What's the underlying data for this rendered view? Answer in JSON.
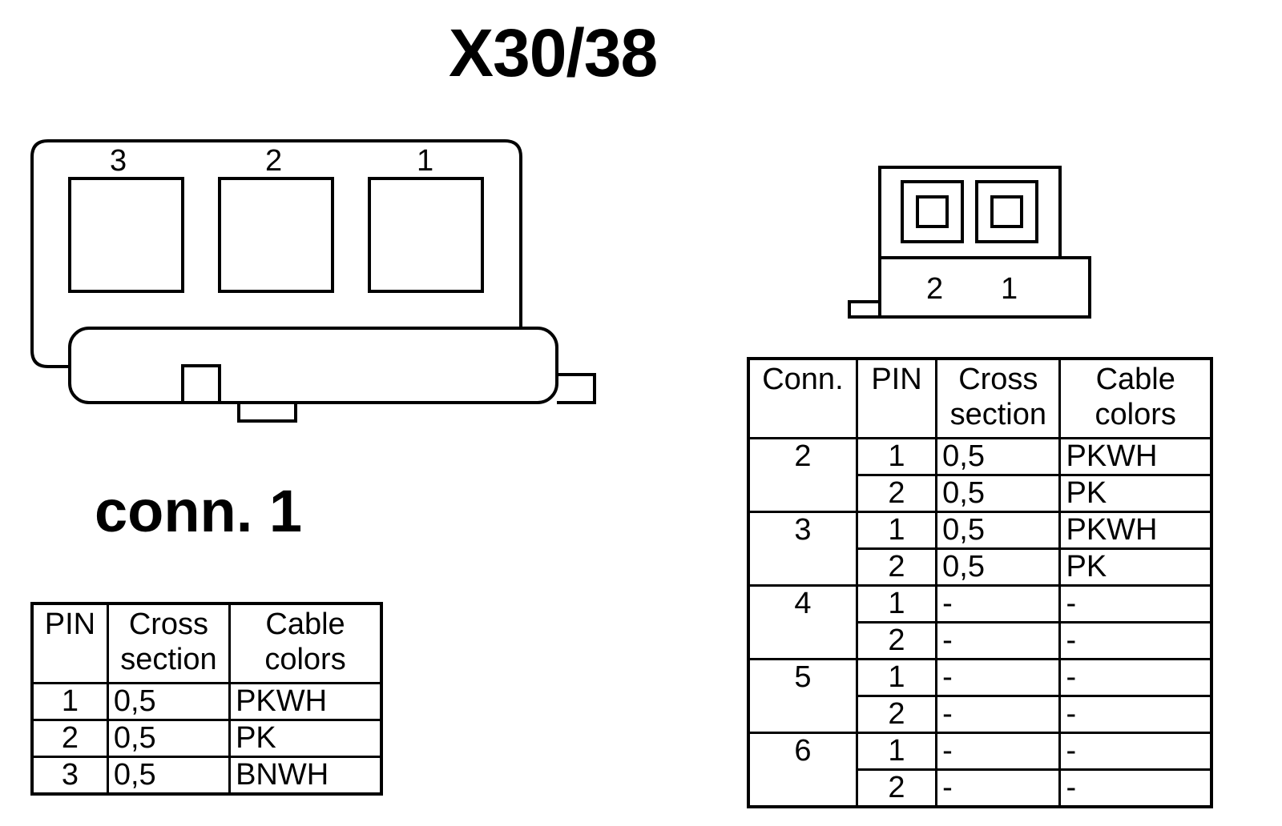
{
  "title": "X30/38",
  "conn1_label": "conn. 1",
  "large_connector_pins": [
    "3",
    "2",
    "1"
  ],
  "small_connector_pins": [
    "2",
    "1"
  ],
  "table1": {
    "headers": [
      [
        "PIN"
      ],
      [
        "Cross",
        "section"
      ],
      [
        "Cable",
        "colors"
      ]
    ],
    "rows": [
      {
        "pin": "1",
        "cross": "0,5",
        "color": "PKWH"
      },
      {
        "pin": "2",
        "cross": "0,5",
        "color": "PK"
      },
      {
        "pin": "3",
        "cross": "0,5",
        "color": "BNWH"
      }
    ]
  },
  "table2": {
    "headers": [
      [
        "Conn."
      ],
      [
        "PIN"
      ],
      [
        "Cross",
        "section"
      ],
      [
        "Cable",
        "colors"
      ]
    ],
    "groups": [
      {
        "conn": "2",
        "rows": [
          {
            "pin": "1",
            "cross": "0,5",
            "color": "PKWH"
          },
          {
            "pin": "2",
            "cross": "0,5",
            "color": "PK"
          }
        ]
      },
      {
        "conn": "3",
        "rows": [
          {
            "pin": "1",
            "cross": "0,5",
            "color": "PKWH"
          },
          {
            "pin": "2",
            "cross": "0,5",
            "color": "PK"
          }
        ]
      },
      {
        "conn": "4",
        "rows": [
          {
            "pin": "1",
            "cross": "-",
            "color": "-"
          },
          {
            "pin": "2",
            "cross": "-",
            "color": "-"
          }
        ]
      },
      {
        "conn": "5",
        "rows": [
          {
            "pin": "1",
            "cross": "-",
            "color": "-"
          },
          {
            "pin": "2",
            "cross": "-",
            "color": "-"
          }
        ]
      },
      {
        "conn": "6",
        "rows": [
          {
            "pin": "1",
            "cross": "-",
            "color": "-"
          },
          {
            "pin": "2",
            "cross": "-",
            "color": "-"
          }
        ]
      }
    ]
  }
}
